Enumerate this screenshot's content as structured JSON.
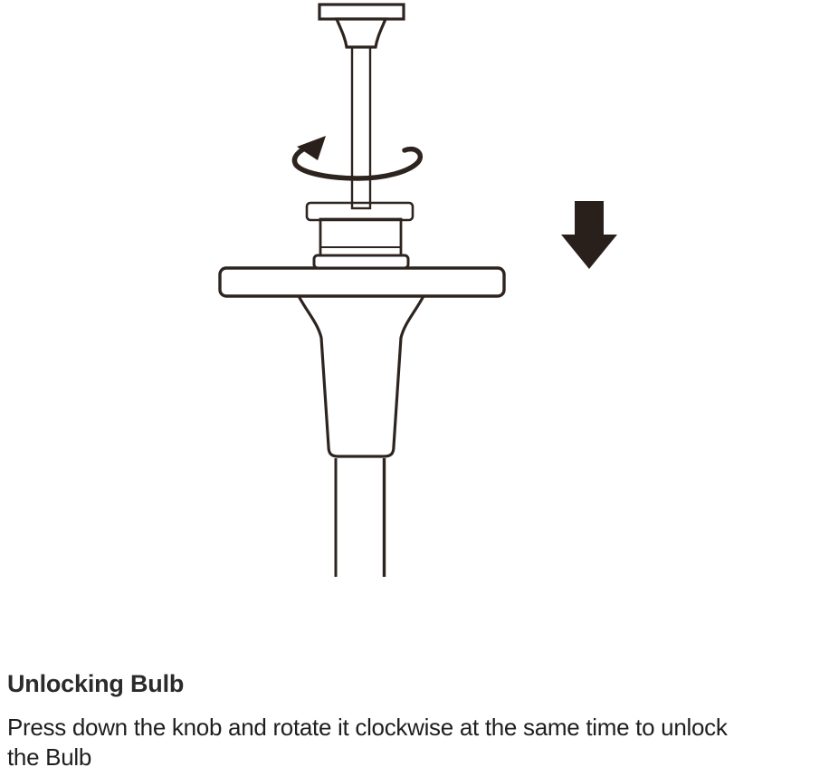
{
  "colors": {
    "page-bg": "#ffffff",
    "ink": "#2e241f",
    "arrow-fill": "#2a201b",
    "knurl-dark": "#352b26",
    "knurl-light": "#c6bfbb",
    "title-color": "#2b2b2b",
    "body-color": "#1f1f1f"
  },
  "diagram": {
    "icons": {
      "rotate": "clockwise-rotation-arrow",
      "press": "down-arrow"
    }
  },
  "caption": {
    "title": "Unlocking Bulb",
    "body_lines": [
      "Press down the knob and rotate it clockwise at the same time to unlock",
      "the Bulb"
    ]
  }
}
